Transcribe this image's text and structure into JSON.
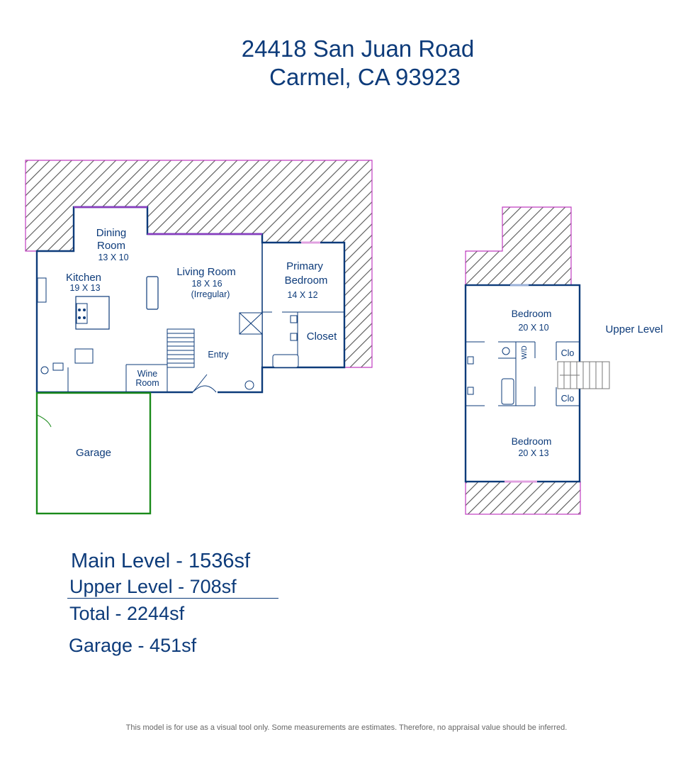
{
  "header": {
    "address_line1": "24418 San Juan Road",
    "address_line2": "Carmel, CA 93923"
  },
  "rooms": {
    "dining": {
      "name1": "Dining",
      "name2": "Room",
      "dim": "13 X 10"
    },
    "kitchen": {
      "name": "Kitchen",
      "dim": "19 X 13"
    },
    "living": {
      "name": "Living Room",
      "dim": "18 X 16",
      "note": "(Irregular)"
    },
    "primary": {
      "name1": "Primary",
      "name2": "Bedroom",
      "dim": "14 X 12"
    },
    "closet": {
      "name": "Closet"
    },
    "entry": {
      "name": "Entry"
    },
    "wine": {
      "name1": "Wine",
      "name2": "Room"
    },
    "garage": {
      "name": "Garage"
    },
    "upper_label": "Upper Level",
    "bedroom_top": {
      "name": "Bedroom",
      "dim": "20 X 10"
    },
    "bedroom_bottom": {
      "name": "Bedroom",
      "dim": "20 X 13"
    },
    "clo_top": "Clo",
    "clo_bottom": "Clo",
    "wd": "W/D"
  },
  "summary": {
    "main": "Main Level - 1536sf",
    "upper": "Upper Level - 708sf",
    "total": "Total - 2244sf",
    "garage": "Garage - 451sf"
  },
  "disclaimer": "This model is for use as a visual tool only. Some measurements are estimates. Therefore, no appraisal value should be inferred.",
  "colors": {
    "wall": "#0d3b7a",
    "deck": "#c03cc0",
    "garage": "#1a8a1a",
    "hatch": "#555555"
  }
}
